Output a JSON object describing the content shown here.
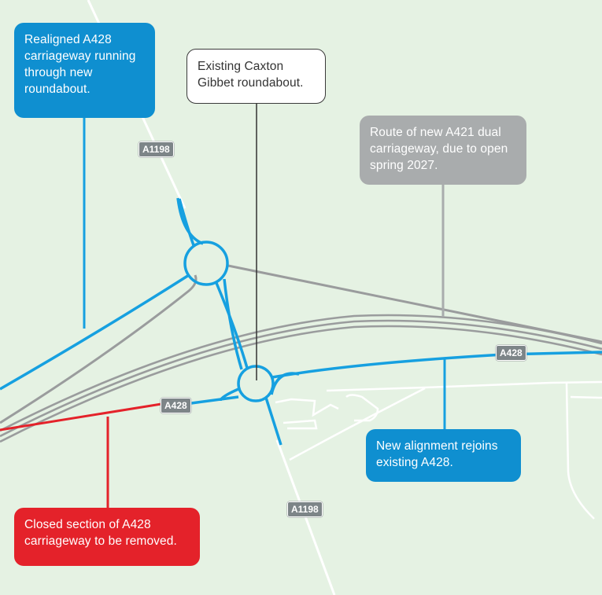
{
  "colors": {
    "background": "#e5f2e3",
    "new_road_blue": "#16a0e0",
    "existing_road_grey": "#9a9c9d",
    "closed_section_red": "#e4222a",
    "minor_road_white": "#ffffff"
  },
  "callouts": {
    "realigned": "Realigned A428 carriageway running through new roundabout.",
    "existing": "Existing Caxton Gibbet roundabout.",
    "a421": "Route of new A421 dual carriageway, due to open spring 2027.",
    "rejoin": "New alignment rejoins existing A428.",
    "closed": "Closed section of A428 carriageway to be removed."
  },
  "road_labels": {
    "a1198_north": "A1198",
    "a1198_south": "A1198",
    "a428_west": "A428",
    "a428_east": "A428"
  }
}
